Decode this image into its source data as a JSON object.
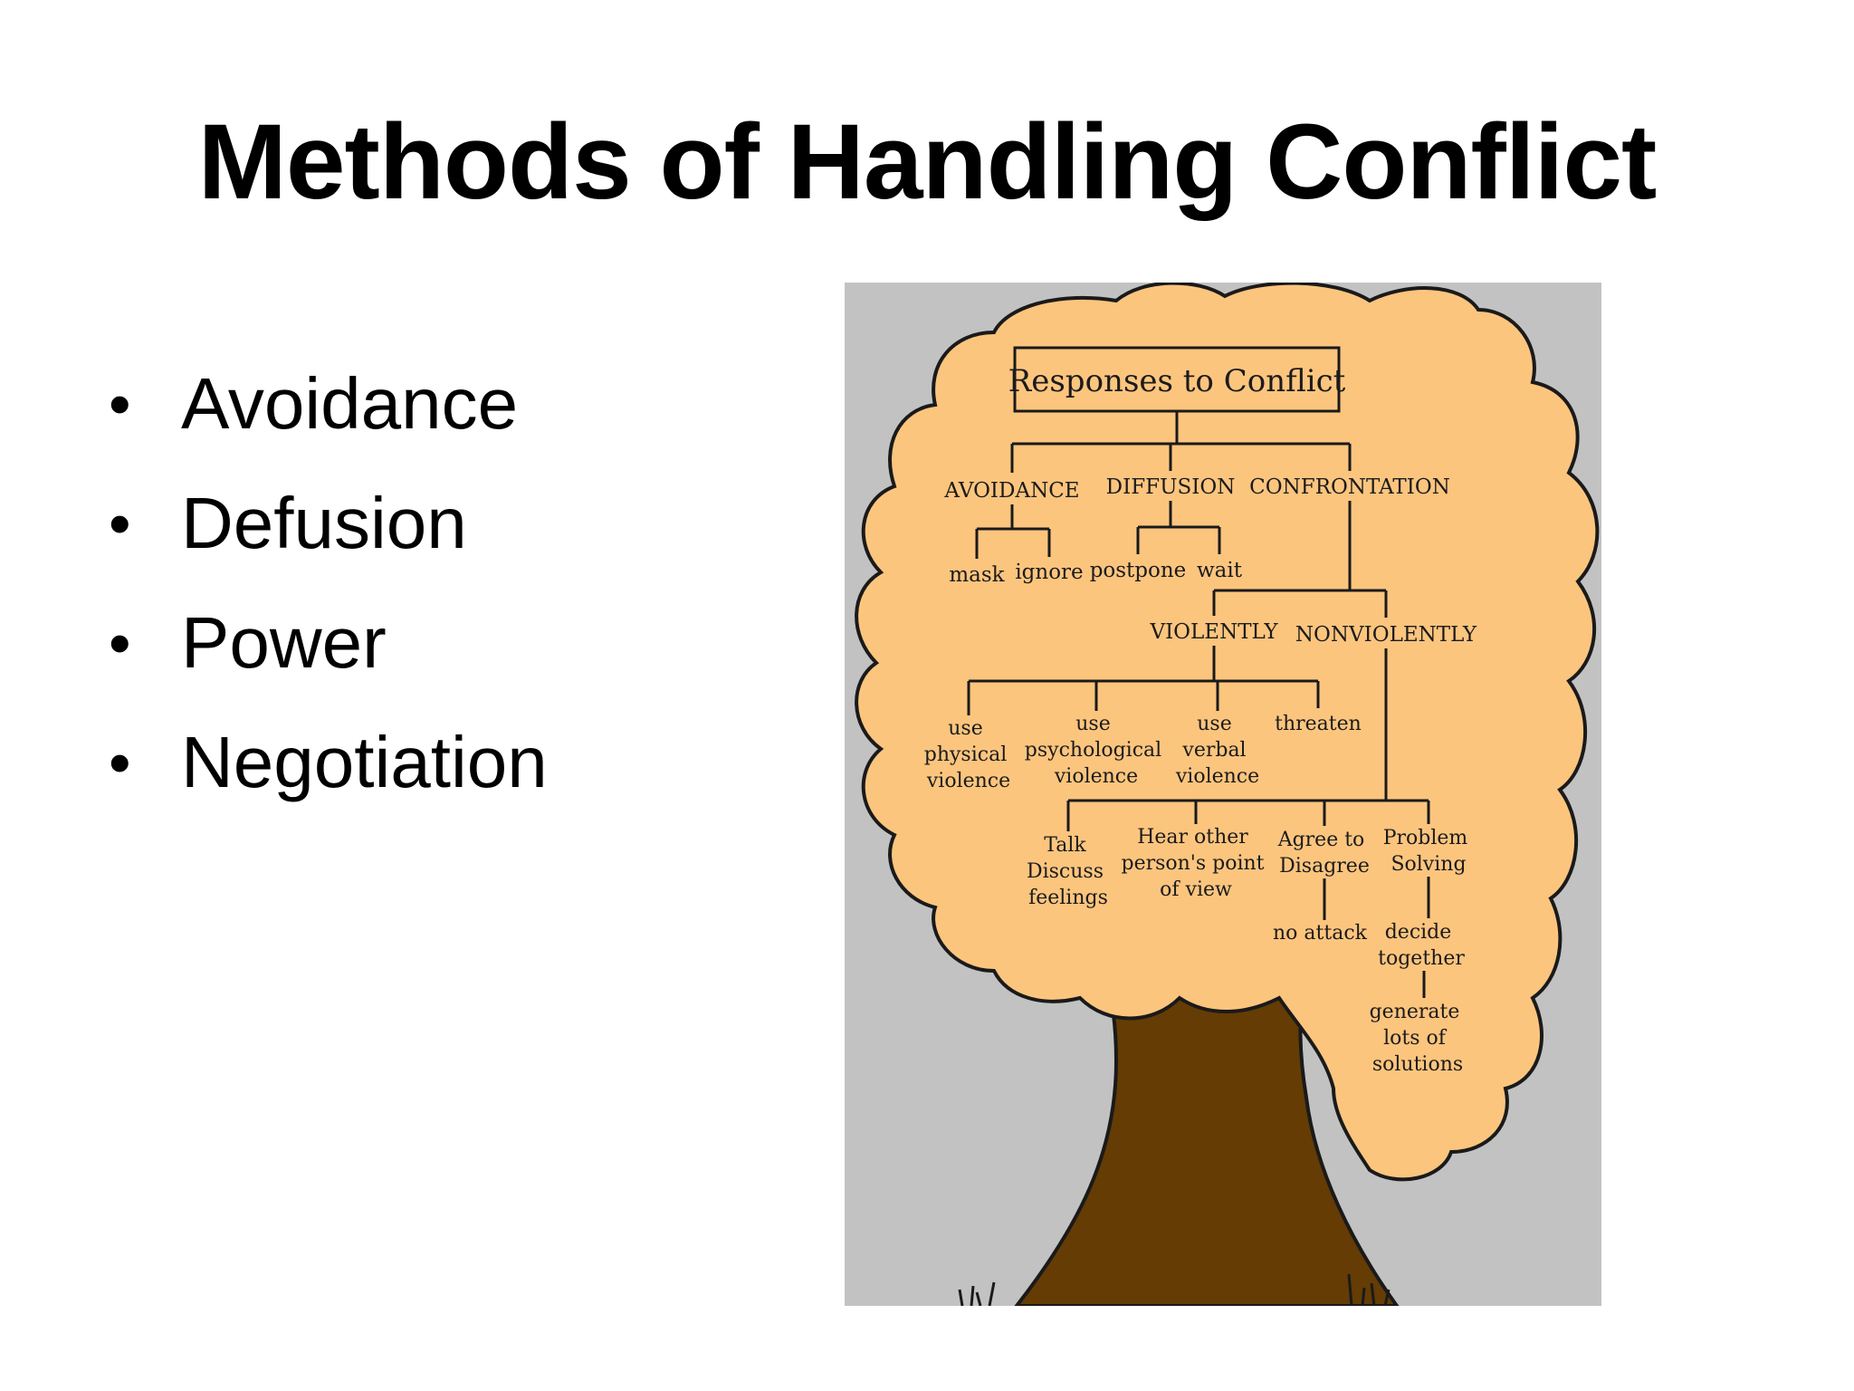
{
  "slide": {
    "title": "Methods of Handling Conflict",
    "bullets": [
      "Avoidance",
      "Defusion",
      "Power",
      "Negotiation"
    ]
  },
  "tree": {
    "root": "Responses to Conflict",
    "branches": {
      "avoidance": "AVOIDANCE",
      "diffusion": "DIFFUSION",
      "confrontation": "CONFRONTATION"
    },
    "avoidance_children": [
      "mask",
      "ignore"
    ],
    "diffusion_children": [
      "postpone",
      "wait"
    ],
    "confrontation_children": [
      "VIOLENTLY",
      "NONVIOLENTLY"
    ],
    "violently_children": [
      [
        "use",
        "physical",
        "violence"
      ],
      [
        "use",
        "psychological",
        "violence"
      ],
      [
        "use",
        "verbal",
        "violence"
      ],
      [
        "threaten"
      ]
    ],
    "nonviolently_children": [
      [
        "Talk",
        "Discuss",
        "feelings"
      ],
      [
        "Hear other",
        "person's point",
        "of view"
      ],
      [
        "Agree to",
        "Disagree"
      ],
      [
        "Problem",
        "Solving"
      ]
    ],
    "agree_child": "no attack",
    "problem_child": [
      "decide",
      "together"
    ],
    "problem_grandchild": [
      "generate",
      "lots of",
      "solutions"
    ]
  },
  "colors": {
    "background_panel": "#c2c2c2",
    "foliage": "#fcc57e",
    "trunk": "#643c04",
    "outline": "#1a1a1a"
  }
}
